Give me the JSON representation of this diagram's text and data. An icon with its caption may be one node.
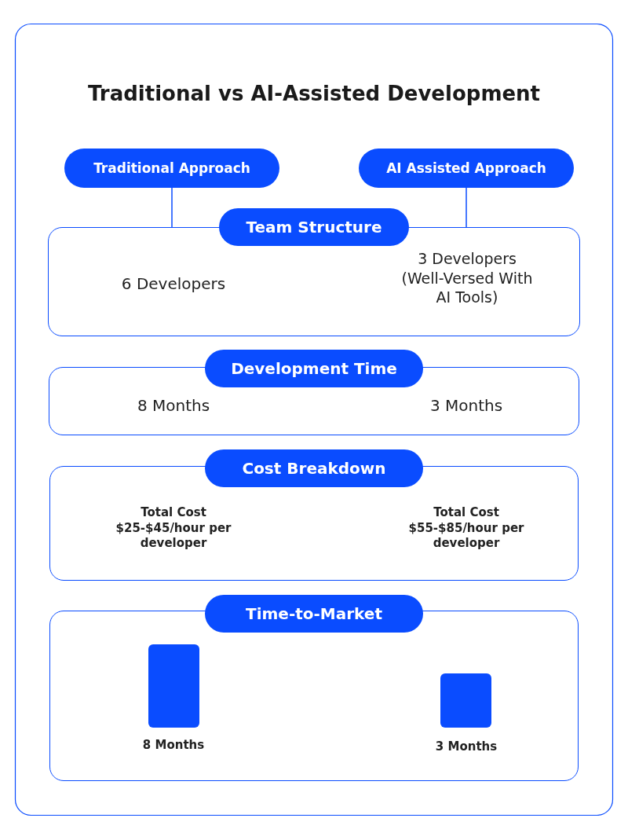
{
  "diagram": {
    "title": "Traditional vs AI-Assisted Development",
    "nodes": [
      {
        "text": [
          "Traditional Approach"
        ]
      },
      {
        "text": [
          "AI Assisted Approach"
        ]
      },
      {
        "text": [
          "Team Structure"
        ]
      },
      {
        "text": [
          "6 Developers",
          "3 Developers (Well-Versed With AI Tools)"
        ]
      },
      {
        "text": [
          "Development Time"
        ]
      },
      {
        "text": [
          "8 Months",
          "3 Months"
        ]
      },
      {
        "text": [
          "Cost Breakdown"
        ]
      },
      {
        "text": [
          "Total Cost $25-$45/hour per developer",
          "Total Cost $55-$85/hour per developer"
        ]
      },
      {
        "text": [
          "Time-to-Market"
        ]
      },
      {
        "text": [],
        "shape": "box"
      },
      {
        "text": [],
        "shape": "bar",
        "in": 9,
        "beside": [
          "8 Months"
        ]
      },
      {
        "text": [],
        "shape": "bar",
        "in": 9,
        "beside": [
          "3 Months"
        ]
      }
    ],
    "edges": [
      {
        "from": 0,
        "to": 3,
        "arrow": "none"
      },
      {
        "from": 1,
        "to": 3,
        "arrow": "none"
      }
    ]
  }
}
